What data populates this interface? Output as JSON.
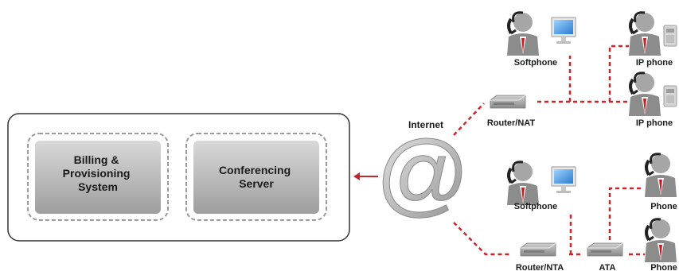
{
  "server_panel": {
    "billing_label": [
      "Billing &",
      "Provisioning",
      "System"
    ],
    "conferencing_label": [
      "Conferencing",
      "Server"
    ]
  },
  "internet": {
    "label": "Internet",
    "symbol": "@"
  },
  "top_network": {
    "softphone_label": "Softphone",
    "router_label": "Router/NAT",
    "ip_phone_1_label": "IP phone",
    "ip_phone_2_label": "IP phone"
  },
  "bottom_network": {
    "softphone_label": "Softphone",
    "router_label": "Router/NTA",
    "ata_label": "ATA",
    "phone_1_label": "Phone",
    "phone_2_label": "Phone"
  },
  "colors": {
    "link_red": "#d0242a",
    "arrow_red": "#c0282c",
    "box_gray": "#b9b9b9",
    "border_dark": "#333333"
  },
  "icons": {
    "user": "person-with-headset-icon",
    "monitor": "computer-monitor-icon",
    "router": "router-device-icon",
    "desk_phone": "desk-phone-icon"
  }
}
